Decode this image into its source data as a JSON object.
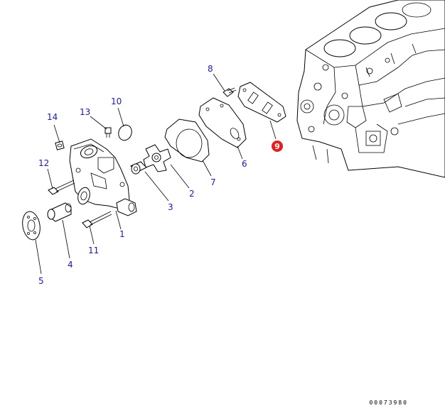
{
  "callouts": [
    {
      "number": "1"
    },
    {
      "number": "2"
    },
    {
      "number": "3"
    },
    {
      "number": "4"
    },
    {
      "number": "5"
    },
    {
      "number": "6"
    },
    {
      "number": "7"
    },
    {
      "number": "8"
    },
    {
      "number": "9",
      "highlighted": true
    },
    {
      "number": "10"
    },
    {
      "number": "11"
    },
    {
      "number": "12"
    },
    {
      "number": "13"
    },
    {
      "number": "14"
    }
  ],
  "figure_code": "00073980",
  "colors": {
    "callout_text": "#1a1aaa",
    "highlight": "#e41e1e",
    "line": "#000000"
  }
}
